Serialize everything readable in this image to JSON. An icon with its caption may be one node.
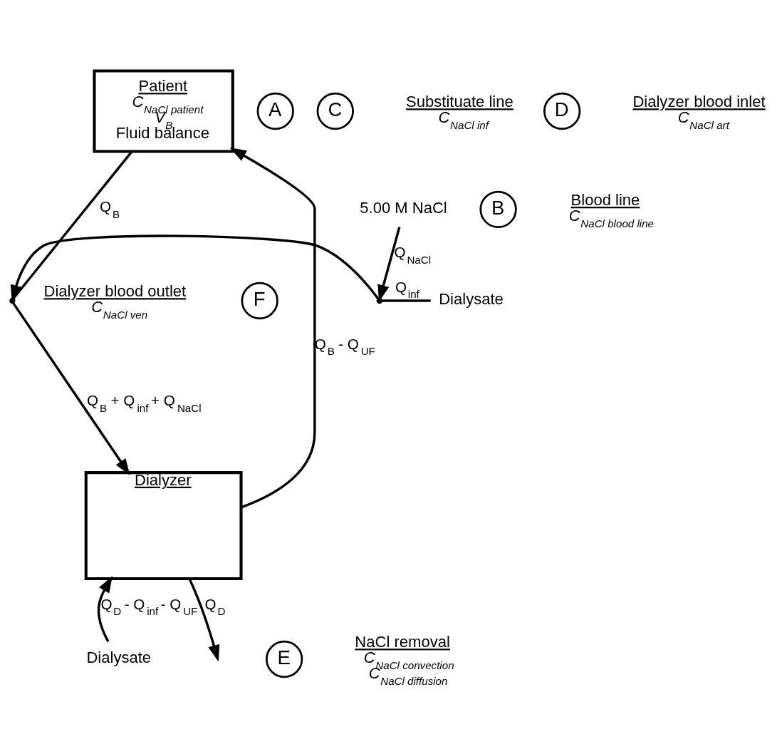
{
  "diagram": {
    "nodes": [
      {
        "text": [
          "Patient",
          "C$_{NaCl patient}$",
          "V$_{B}$",
          "Fluid balance"
        ]
      },
      {
        "text": [
          "Dialyzer"
        ]
      },
      {
        "text": [
          "5.00 M NaCl"
        ]
      },
      {
        "text": [
          "Dialysate"
        ]
      },
      {
        "text": [
          "Dialysate"
        ]
      },
      {
        "text": [],
        "shape": "point"
      },
      {
        "text": [],
        "shape": "point"
      },
      {
        "text": [
          "A"
        ]
      },
      {
        "text": [
          "B"
        ],
        "beside": [
          "Blood line",
          "C$_{NaCl blood line}$"
        ]
      },
      {
        "text": [
          "C"
        ],
        "beside": [
          "Substituate line",
          "C$_{NaCl inf}$"
        ]
      },
      {
        "text": [
          "D"
        ],
        "beside": [
          "Dialyzer blood inlet",
          "C$_{NaCl art}$"
        ]
      },
      {
        "text": [
          "E"
        ],
        "beside": [
          "NaCl removal",
          "C$_{NaCl convection}$",
          "C$_{NaCl diffusion}$"
        ]
      },
      {
        "text": [
          "F"
        ],
        "beside": [
          "Dialyzer blood outlet",
          "C$_{NaCl ven}$"
        ]
      }
    ],
    "edges": [
      {
        "from": 0,
        "to": 5,
        "arrow": "none",
        "label": "Q$_{B}$"
      },
      {
        "from": 3,
        "to": 6,
        "arrow": "none",
        "label": "Q$_{inf}$"
      },
      {
        "from": 2,
        "to": 6,
        "arrow": "to",
        "label": "Q$_{NaCl}$"
      },
      {
        "from": 6,
        "to": 5,
        "arrow": "to"
      },
      {
        "from": 5,
        "to": 1,
        "arrow": "to",
        "label": "Q$_{B}$ + Q$_{inf}$ + Q$_{NaCl}$"
      },
      {
        "from": 1,
        "to": 0,
        "arrow": "to",
        "label": "Q$_{B}$ - Q$_{UF}$"
      },
      {
        "from": 4,
        "to": 1,
        "arrow": "to",
        "label": "Q$_{D}$ - Q$_{inf}$ - Q$_{UF}$"
      },
      {
        "from": 1,
        "to": null,
        "arrow": "to",
        "label": "Q$_{D}$"
      }
    ]
  }
}
